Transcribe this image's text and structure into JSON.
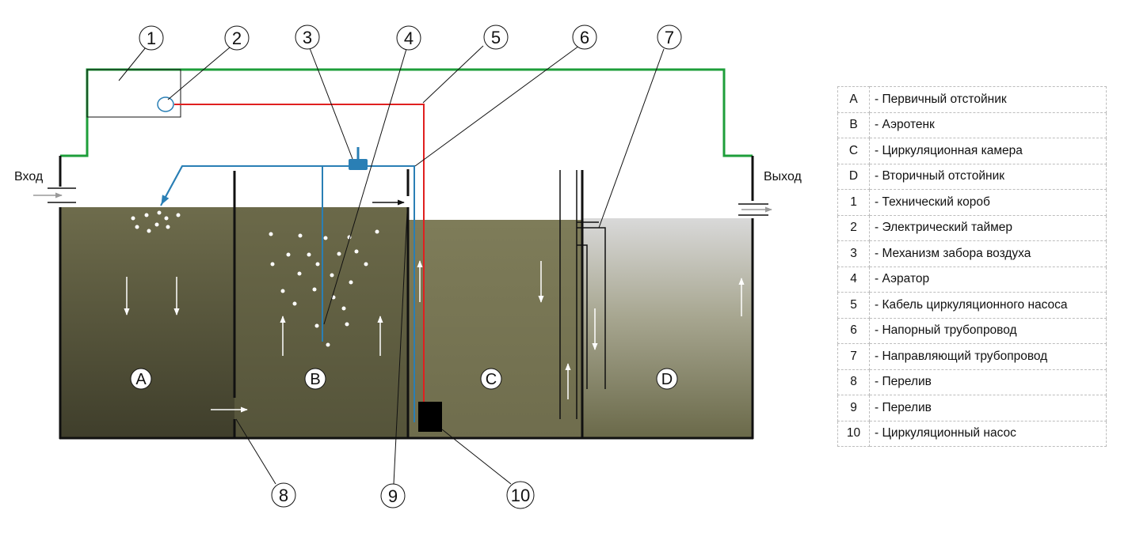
{
  "labels": {
    "inlet": "Вход",
    "outlet": "Выход"
  },
  "zones": [
    {
      "id": "A"
    },
    {
      "id": "B"
    },
    {
      "id": "C"
    },
    {
      "id": "D"
    }
  ],
  "callouts": [
    "1",
    "2",
    "3",
    "4",
    "5",
    "6",
    "7",
    "8",
    "9",
    "10"
  ],
  "legend": [
    {
      "key": "A",
      "text": "- Первичный отстойник"
    },
    {
      "key": "B",
      "text": "- Аэротенк"
    },
    {
      "key": "C",
      "text": "- Циркуляционная камера"
    },
    {
      "key": "D",
      "text": "- Вторичный отстойник"
    },
    {
      "key": "1",
      "text": "- Технический короб"
    },
    {
      "key": "2",
      "text": "- Электрический таймер"
    },
    {
      "key": "3",
      "text": "- Механизм забора воздуха"
    },
    {
      "key": "4",
      "text": "- Аэратор"
    },
    {
      "key": "5",
      "text": "- Кабель циркуляционного насоса"
    },
    {
      "key": "6",
      "text": "- Напорный трубопровод"
    },
    {
      "key": "7",
      "text": "- Направляющий трубопровод"
    },
    {
      "key": "8",
      "text": "- Перелив"
    },
    {
      "key": "9",
      "text": "- Перелив"
    },
    {
      "key": "10",
      "text": "- Циркуляционный насос"
    }
  ],
  "colors": {
    "housing_line": "#1e9e3a",
    "cable": "#e02020",
    "air_pipe": "#2a7fb5",
    "sludge_dark": "#4e4d35",
    "sludge_mid": "#6e6c4c",
    "sludge_light": "#7b7957",
    "clear_water_top": "#d8d8d8",
    "clear_water_bottom": "#6b6a4a",
    "pump": "#000000"
  }
}
